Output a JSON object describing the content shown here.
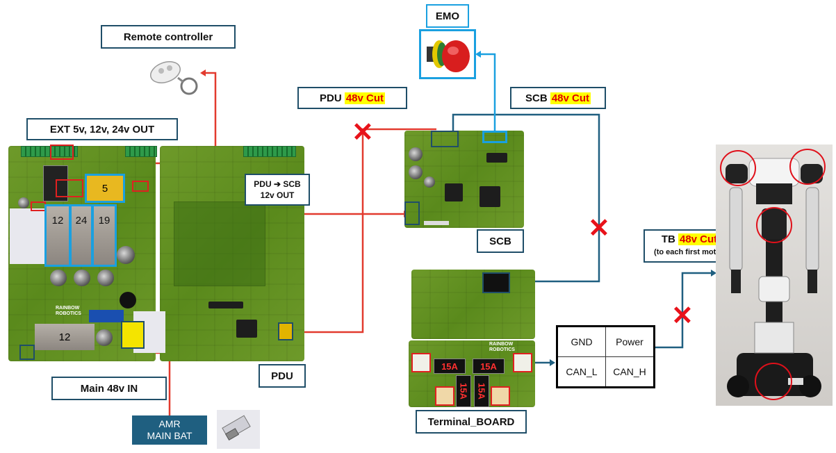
{
  "labels": {
    "remote_controller": "Remote controller",
    "ext_out": "EXT 5v, 12v, 24v OUT",
    "pdu_cut_prefix": "PDU ",
    "pdu_cut_hl": "48v Cut",
    "scb_cut_prefix": "SCB ",
    "scb_cut_hl": "48v Cut",
    "emo": "EMO",
    "pdu_scb_line1": "PDU ➔ SCB",
    "pdu_scb_line2": "12v OUT",
    "scb": "SCB",
    "tb_cut_prefix": "TB ",
    "tb_cut_hl": "48v Cut",
    "tb_cut_sub": "(to each first motor)",
    "main_in": "Main 48v IN",
    "pdu": "PDU",
    "amr_line1": "AMR",
    "amr_line2": "MAIN BAT",
    "terminal_board": "Terminal_BOARD"
  },
  "pdu_modules": {
    "m5": "5",
    "m12": "12",
    "m24": "24",
    "m19": "19",
    "m12b": "12"
  },
  "board_text": {
    "rainbow_pdu": "RAINBOW ROBOTICS",
    "rainbow_tb": "RAINBOW ROBOTICS"
  },
  "fuses": {
    "f1": "15A",
    "f2": "15A",
    "f3": "15A",
    "f4": "15A"
  },
  "connector": {
    "gnd": "GND",
    "power": "Power",
    "can_l": "CAN_L",
    "can_h": "CAN_H"
  },
  "colors": {
    "red_wire": "#e23a2e",
    "blue_wire": "#1f5f80",
    "cyan": "#1aa0e0",
    "cut": "#e8121a",
    "highlight": "#ffff00"
  }
}
